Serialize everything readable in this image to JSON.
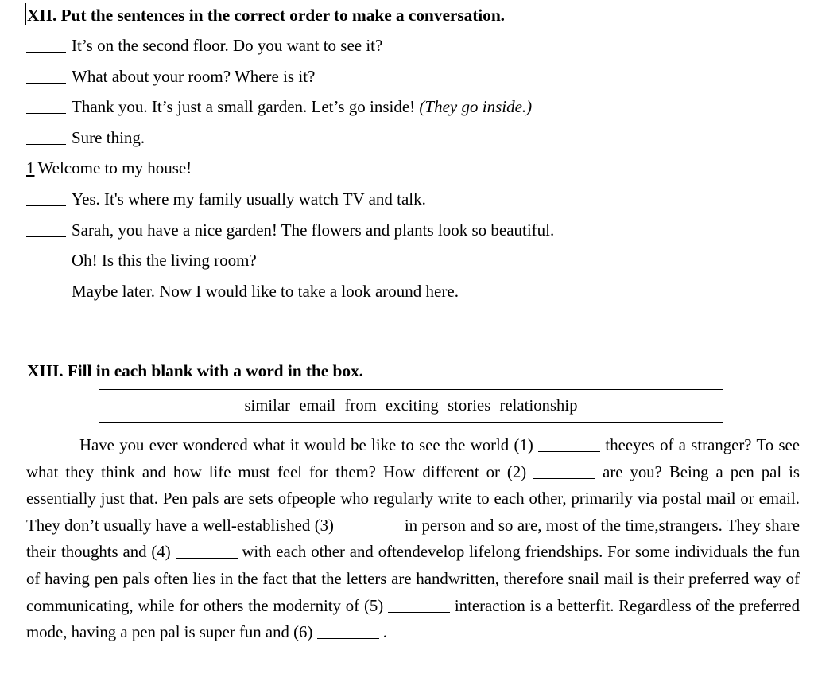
{
  "document": {
    "type": "worksheet-page",
    "background_color": "#ffffff",
    "text_color": "#000000"
  },
  "section_xii": {
    "heading": "XII. Put the sentences in the correct order to make a conversation.",
    "caret_icon": "text-caret",
    "items": [
      {
        "marker": "____",
        "marker_type": "blank",
        "text": "It’s on the second floor. Do you want to see it?",
        "italic_tail": ""
      },
      {
        "marker": "____",
        "marker_type": "blank",
        "text": "What about your room? Where is it?",
        "italic_tail": ""
      },
      {
        "marker": "____",
        "marker_type": "blank",
        "text": "Thank you. It’s just a small garden. Let’s go inside! ",
        "italic_tail": "(They go inside.)"
      },
      {
        "marker": "____",
        "marker_type": "blank",
        "text": "Sure thing.",
        "italic_tail": ""
      },
      {
        "marker": "1",
        "marker_type": "number-underlined",
        "text": "Welcome to my house!",
        "italic_tail": ""
      },
      {
        "marker": "____",
        "marker_type": "blank",
        "text": "Yes. It's where my family usually watch TV and talk.",
        "italic_tail": ""
      },
      {
        "marker": "____",
        "marker_type": "blank",
        "text": "Sarah, you have a nice garden! The flowers and plants look so beautiful.",
        "italic_tail": ""
      },
      {
        "marker": "____",
        "marker_type": "blank",
        "text": "Oh! Is this the living room?",
        "italic_tail": ""
      },
      {
        "marker": "____",
        "marker_type": "blank",
        "text": "Maybe later. Now I would like to take a look around here.",
        "italic_tail": ""
      }
    ]
  },
  "section_xiii": {
    "heading": "XIII. Fill in each blank with a word in the box.",
    "word_box": {
      "words": [
        "similar",
        "email",
        "from",
        "exciting",
        "stories",
        "relationship"
      ],
      "joined": "similar  email  from  exciting  stories  relationship"
    },
    "passage": {
      "segments": [
        {
          "kind": "text",
          "value": "Have you ever wondered what it would be like to see the world (1) "
        },
        {
          "kind": "blank",
          "value": "1"
        },
        {
          "kind": "text",
          "value": " theeyes of a stranger? To see what they think and how life must feel for them? How different or (2) "
        },
        {
          "kind": "blank",
          "value": "2"
        },
        {
          "kind": "text",
          "value": " are you? Being a pen pal is essentially just that. Pen pals are sets ofpeople who regularly write to each other, primarily via postal mail or email. They don’t usually have a well-established (3) "
        },
        {
          "kind": "blank",
          "value": "3"
        },
        {
          "kind": "text",
          "value": " in person and so are, most of the time,strangers. They share their thoughts and (4) "
        },
        {
          "kind": "blank",
          "value": "4"
        },
        {
          "kind": "text",
          "value": " with each other and oftendevelop lifelong friendships. For some individuals the fun of having pen pals often lies in the fact that the letters are handwritten, therefore snail mail is their preferred way of communicating, while for others the modernity of (5) "
        },
        {
          "kind": "blank",
          "value": "5"
        },
        {
          "kind": "text",
          "value": " interaction is a betterfit. Regardless of the preferred mode, having a pen pal is super fun and (6) "
        },
        {
          "kind": "blank",
          "value": "6"
        },
        {
          "kind": "text",
          "value": " ."
        }
      ]
    }
  }
}
